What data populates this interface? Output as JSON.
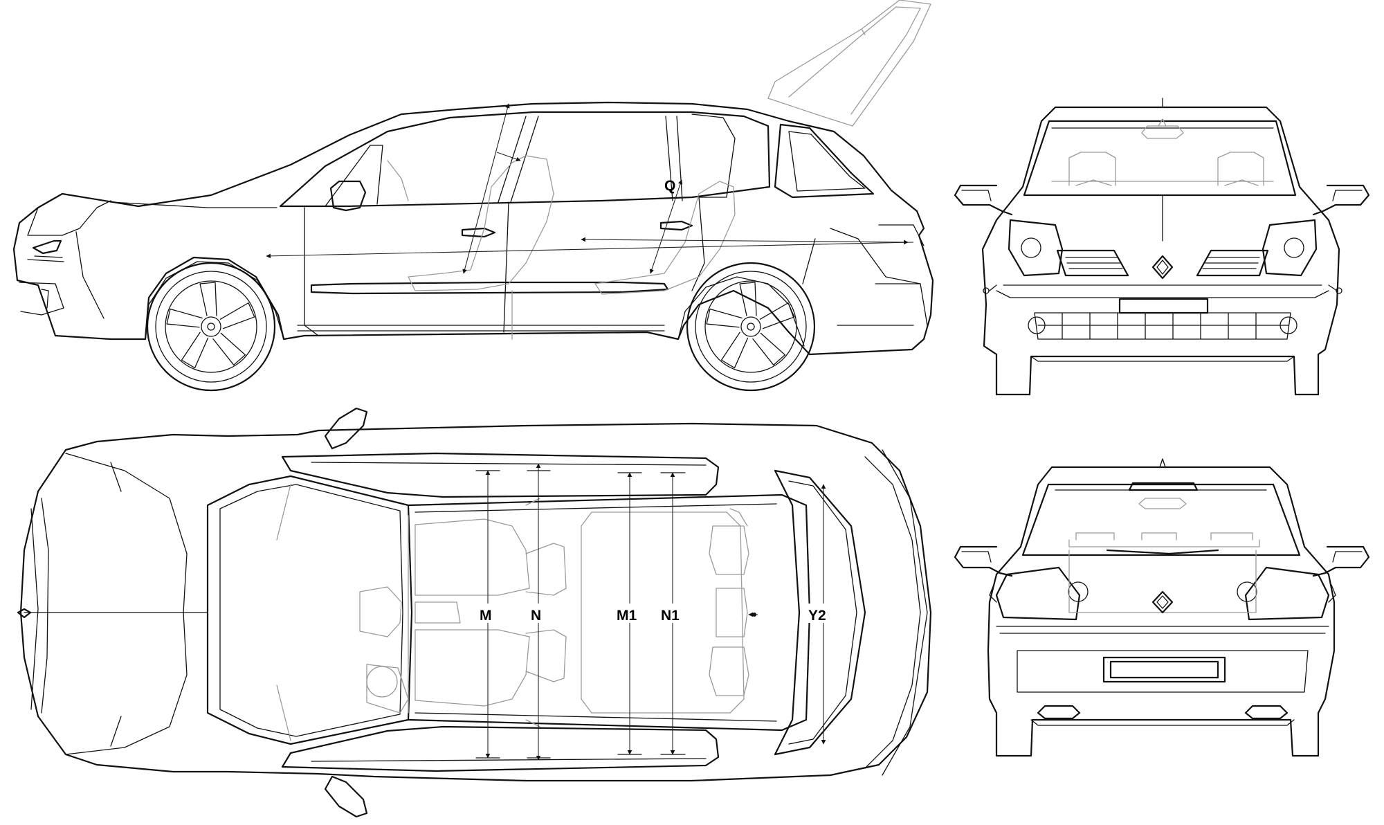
{
  "labels": {
    "q": "Q",
    "m": "M",
    "n": "N",
    "m1": "M1",
    "n1": "N1",
    "y2": "Y2"
  }
}
